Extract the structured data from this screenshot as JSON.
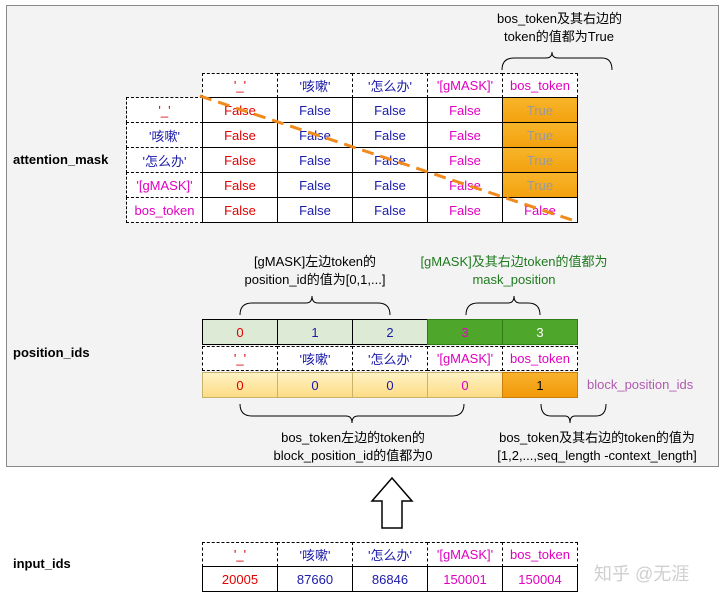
{
  "labels": {
    "attention_mask": "attention_mask",
    "position_ids": "position_ids",
    "input_ids": "input_ids",
    "block_position_ids": "block_position_ids"
  },
  "tokens": [
    "'_'",
    "'咳嗽'",
    "'怎么办'",
    "'[gMASK]'",
    "bos_token"
  ],
  "attention_mask": {
    "rows": [
      [
        "False",
        "False",
        "False",
        "False",
        "True"
      ],
      [
        "False",
        "False",
        "False",
        "False",
        "True"
      ],
      [
        "False",
        "False",
        "False",
        "False",
        "True"
      ],
      [
        "False",
        "False",
        "False",
        "False",
        "True"
      ],
      [
        "False",
        "False",
        "False",
        "False",
        "False"
      ]
    ]
  },
  "position_ids": [
    "0",
    "1",
    "2",
    "3",
    "3"
  ],
  "block_position_ids": [
    "0",
    "0",
    "0",
    "0",
    "1"
  ],
  "input_ids": [
    "20005",
    "87660",
    "86846",
    "150001",
    "150004"
  ],
  "notes": {
    "top_right_1": "bos_token及其右边的",
    "top_right_2": "token的值都为True",
    "pos_left_1": "[gMASK]左边token的",
    "pos_left_2": "position_id的值为[0,1,...]",
    "pos_right_1": "[gMASK]及其右边token的值都为",
    "pos_right_2": "mask_position",
    "block_left_1": "bos_token左边的token的",
    "block_left_2": "block_position_id的值都为0",
    "block_right_1": "bos_token及其右边的token的值为",
    "block_right_2": "[1,2,...,seq_length -context_length]"
  },
  "watermark": "知乎 @无涯",
  "colors": {
    "red": "#e00000",
    "blue": "#1a1aa8",
    "magenta": "#e000c0",
    "green_dark": "#4ea72a",
    "green_light": "#dcead6",
    "orange": "#f4a41c",
    "orange_light": "#fde7a6",
    "dash_orange": "#f08a1c"
  }
}
